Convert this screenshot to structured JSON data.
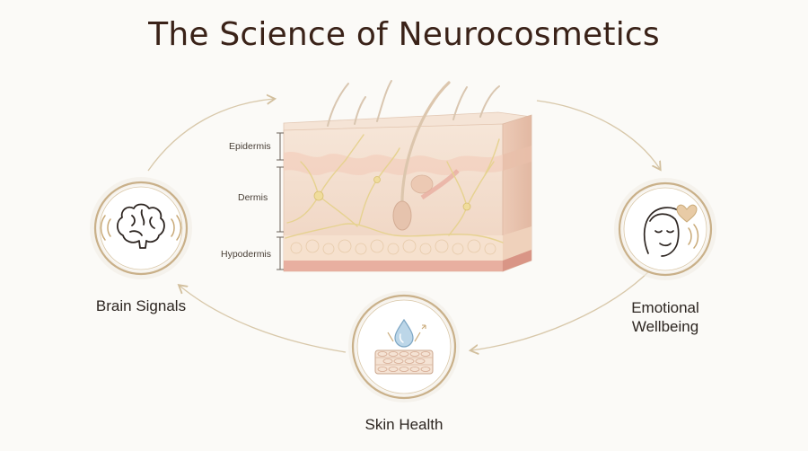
{
  "title": "The Science of Neurocosmetics",
  "layers": {
    "epidermis": "Epidermis",
    "dermis": "Dermis",
    "hypodermis": "Hypodermis"
  },
  "nodes": {
    "brain": {
      "label": "Brain Signals",
      "icon": "brain-icon"
    },
    "emotional": {
      "label_line1": "Emotional",
      "label_line2": "Wellbeing",
      "icon": "face-heart-icon"
    },
    "skin": {
      "label": "Skin Health",
      "icon": "skin-droplet-icon"
    }
  },
  "colors": {
    "title": "#3a2218",
    "ring": "#c8b08a",
    "arrow": "#d4c3a3",
    "skin": "#f1d9c8",
    "nerve": "#e8d59a"
  }
}
